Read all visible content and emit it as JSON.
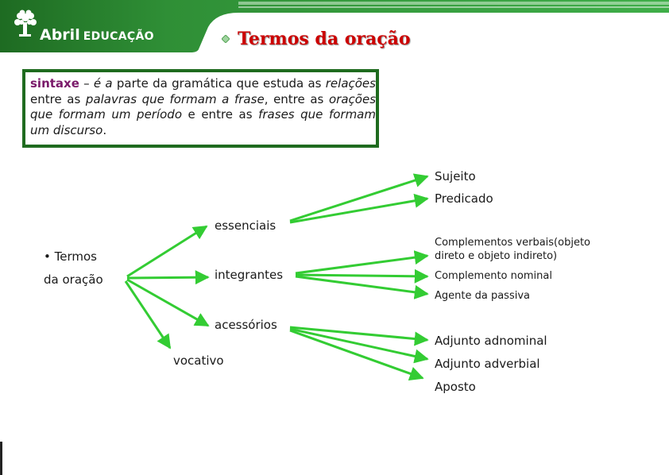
{
  "header": {
    "brand_name": "Abril",
    "brand_suffix": "EDUCAÇÃO",
    "logo_icon": "tree-logo-icon",
    "title": "Termos da oração",
    "colors": {
      "bar_dark": "#1e6b22",
      "bar_light": "#3fae49",
      "title": "#cc0000"
    }
  },
  "definition": {
    "segments": [
      {
        "text": "sintaxe",
        "style": "kw"
      },
      {
        "text": " – ",
        "style": "plain"
      },
      {
        "text": "é a",
        "style": "it"
      },
      {
        "text": " parte da gramática que estuda as ",
        "style": "plain"
      },
      {
        "text": "relações",
        "style": "it"
      },
      {
        "text": " entre as ",
        "style": "plain"
      },
      {
        "text": "palavras que formam a frase",
        "style": "it"
      },
      {
        "text": ", entre as ",
        "style": "plain"
      },
      {
        "text": "orações que formam um período",
        "style": "it"
      },
      {
        "text": " e entre as ",
        "style": "plain"
      },
      {
        "text": "frases que formam um discurso",
        "style": "it"
      },
      {
        "text": ".",
        "style": "plain"
      }
    ],
    "border_color": "#1f6b1f"
  },
  "diagram": {
    "root_bullet": "•",
    "root_line1": "Termos",
    "root_line2": "da oração",
    "level1": {
      "essenciais": "essenciais",
      "integrantes": "integrantes",
      "acessorios": "acessórios",
      "vocativo": "vocativo"
    },
    "essenciais_children": [
      "Sujeito",
      "Predicado"
    ],
    "integrantes_children": [
      "Complementos verbais(objeto direto e objeto indireto)",
      "Complemento nominal",
      "Agente da passiva"
    ],
    "acessorios_children": [
      "Adjunto adnominal",
      "Adjunto adverbial",
      "Aposto"
    ],
    "arrow_color": "#33cc33"
  }
}
